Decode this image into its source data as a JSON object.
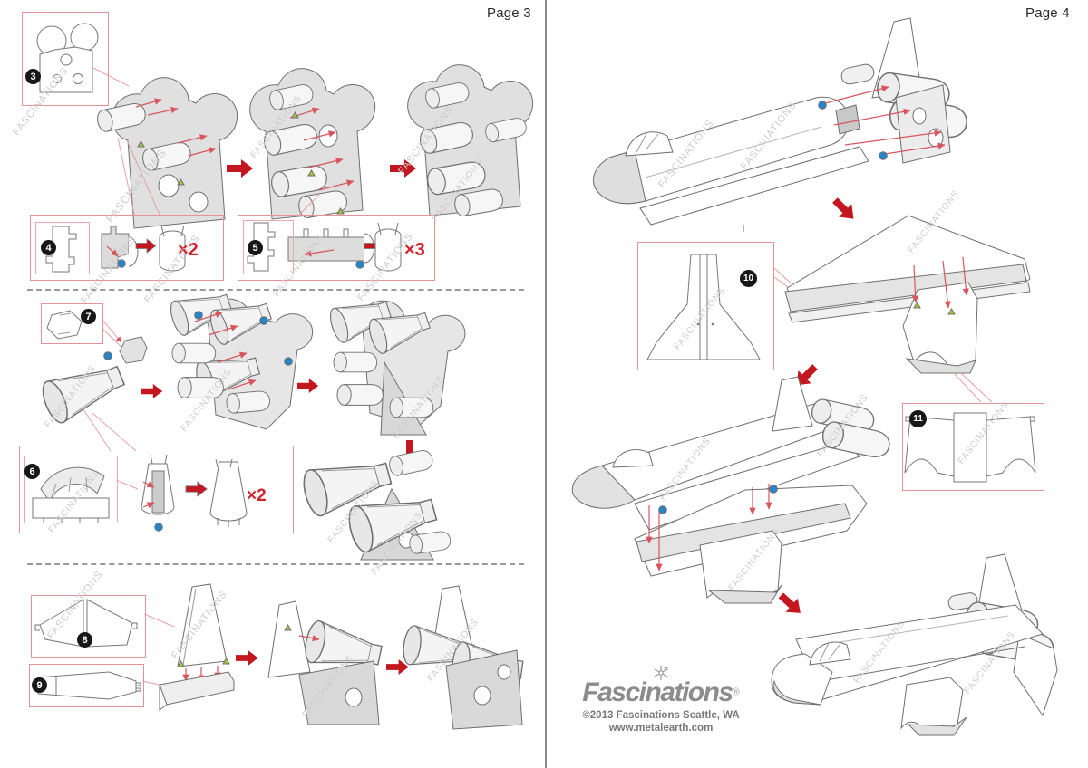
{
  "pages": {
    "left": {
      "title": "Page 3"
    },
    "right": {
      "title": "Page 4"
    }
  },
  "steps": {
    "s3": "3",
    "s4": "4",
    "s5": "5",
    "s6": "6",
    "s7": "7",
    "s8": "8",
    "s9": "9",
    "s10": "10",
    "s11": "11"
  },
  "multipliers": {
    "step4": "×2",
    "step5": "×3",
    "step6": "×2"
  },
  "watermark": "FASCINATIONS",
  "brand": {
    "logo": "Fascinations",
    "registered": "®",
    "copyright": "©2013 Fascinations Seattle, WA",
    "website": "www.metalearth.com"
  },
  "icons": {
    "block_arrow": "red-block-arrow",
    "thin_arrow": "thin-red-assembly-arrow",
    "attach_dot": "blue-attach-dot",
    "attach_triangle": "green-attach-triangle",
    "logo_star": "sparkle-star"
  },
  "colors": {
    "step_box_border": "#e59298",
    "block_arrow_red": "#c4161f",
    "thin_arrow_red": "#d9545c",
    "multiplier_red": "#d3202a",
    "attach_dot_blue": "#2585c7",
    "attach_triangle_green": "#a6c838",
    "badge_black": "#171717",
    "watermark_gray": "#cccccc",
    "line_gray": "#6f6f6f"
  }
}
